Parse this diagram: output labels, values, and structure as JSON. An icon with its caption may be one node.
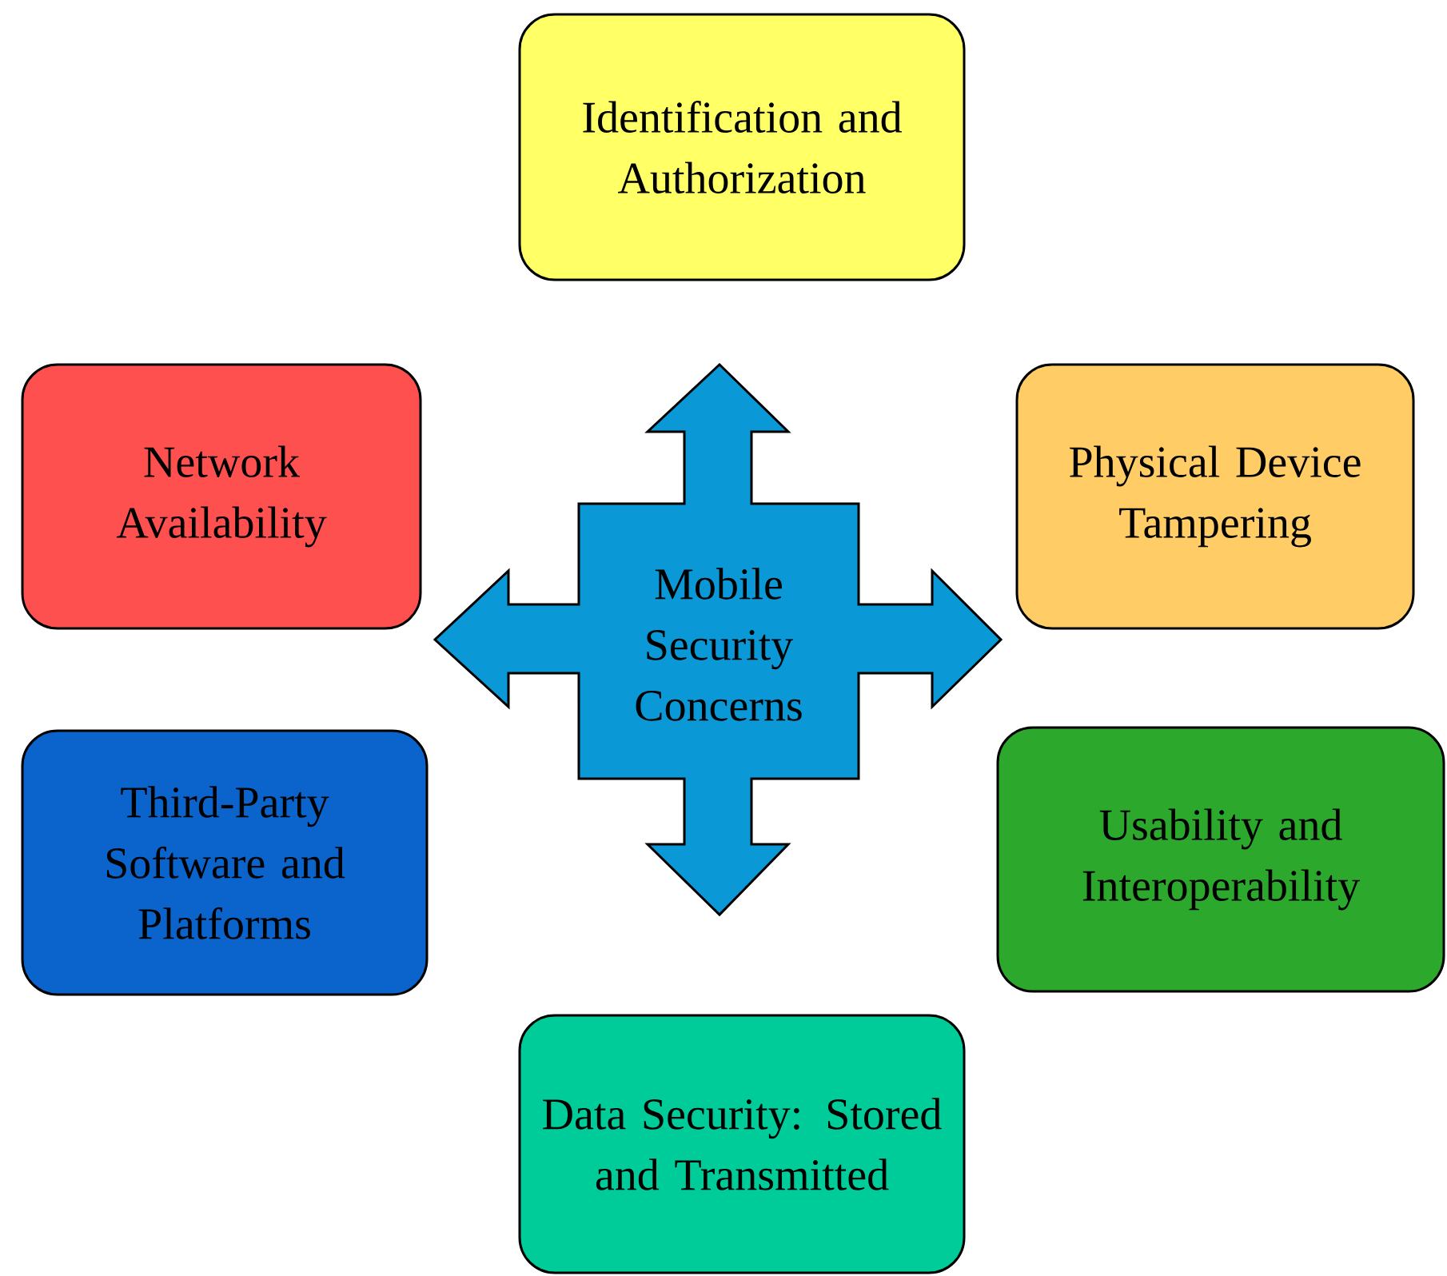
{
  "diagram": {
    "nodes": [
      {
        "text": [
          "Identification and Authorization"
        ]
      },
      {
        "text": [
          "Network Availability"
        ]
      },
      {
        "text": [
          "Physical Device Tampering"
        ]
      },
      {
        "text": [
          "Mobile Security Concerns"
        ]
      },
      {
        "text": [
          "Third-Party Software and Platforms"
        ]
      },
      {
        "text": [
          "Usability and Interoperability"
        ]
      },
      {
        "text": [
          "Data Security: Stored and Transmitted"
        ]
      }
    ]
  }
}
